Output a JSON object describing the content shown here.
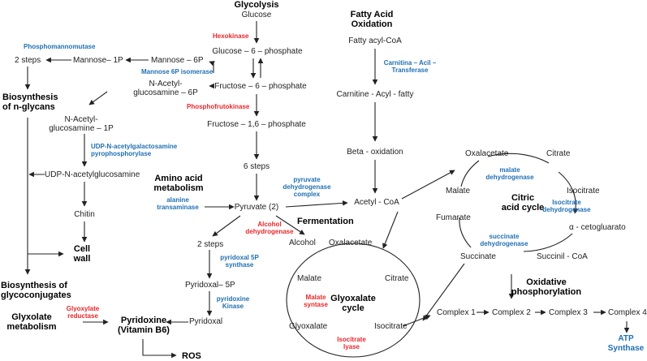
{
  "sections": {
    "glycolysis": "Glycolysis",
    "fatty_acid": "Fatty Acid\nOxidation",
    "biosynthesis_nglycans": "Biosynthesis\nof n-glycans",
    "amino_acid": "Amino acid\nmetabolism",
    "fermentation": "Fermentation",
    "biosynthesis_glycoconjugates": "Biosynthesis of\nglycoconjugates",
    "glyxolate_metabolism": "Glyxolate\nmetabolism",
    "cell_wall": "Cell\nwall",
    "pyridoxine": "Pyridoxine\n(Vitamin B6)",
    "ros": "ROS",
    "citric_cycle": "Citric\nacid cycle",
    "glyoxalate_cycle": "Glyoxalate\ncycle",
    "oxphos": "Oxidative\nphosphorylation"
  },
  "metabolites": {
    "glucose": "Glucose",
    "g6p": "Glucose – 6 – phosphate",
    "f6p": "Fructose – 6 – phosphate",
    "f16p": "Fructose – 1,6 – phosphate",
    "six_steps": "6 steps",
    "pyruvate": "Pyruvate (2)",
    "mannose6p": "Mannose – 6P",
    "mannose1p": "Mannose– 1P",
    "two_steps_a": "2 steps",
    "nacetyl6p": "N-Acetyl-\nglucosamine – 6P",
    "nacetyl1p": "N-Acetyl-\nglucosamine – 1P",
    "udp": "UDP-N-acetylglucosamine",
    "chitin": "Chitin",
    "fatty_acyl_coa": "Fatty acyl-CoA",
    "carnitine": "Carnitine - Acyl - fatty",
    "beta_ox": "Beta - oxidation",
    "acetyl_coa": "Acetyl - CoA",
    "alcohol": "Alcohol",
    "two_steps_b": "2 steps",
    "pyridoxal5p": "Pyridoxal– 5P",
    "pyridoxal": "Pyridoxal",
    "cit_oxalacetate": "Oxalacetate",
    "cit_citrate": "Citrate",
    "cit_malate": "Malate",
    "cit_isocitrate": "Isocitrate",
    "cit_fumarate": "Fumarate",
    "cit_cetoglutarate": "α - cetogluarato",
    "cit_succinate": "Succinate",
    "cit_succinilcoa": "Succinil - CoA",
    "gly_oxalacetate": "Oxalacetate",
    "gly_malate": "Malate",
    "gly_citrate": "Citrate",
    "gly_glyoxalate": "Glyoxalate",
    "gly_isocitrate": "Isocitrate",
    "complex1": "Complex 1",
    "complex2": "Complex 2",
    "complex3": "Complex 3",
    "complex4": "Complex 4"
  },
  "enzymes_red": {
    "hexokinase": "Hexokinase",
    "pfk": "Phosphofrutokinase",
    "alcohol_dh": "Alcohol\ndehydrogenase",
    "glyoxylate_red": "Glyoxylate\nreductase",
    "malate_synthase": "Malate\nsyntase",
    "isocitrate_lyase": "Isocitrate\nlyase"
  },
  "enzymes_blue": {
    "phosphomannomutase": "Phosphomannomutase",
    "mannose6p_isomerase": "Mannose 6P isomerase",
    "udp_pyrophosphorylase": "UDP-N-acetylgalactosamine\npyrophosphorylase",
    "carnitina": "Carnitina – Acil –\nTransferase",
    "alanine_transaminase": "alanine\ntransaminase",
    "pdh": "pyruvate\ndehydrogenase\ncomplex",
    "pyridoxal5p_synthase": "pyridoxal 5P\nsynthase",
    "pyridoxine_kinase": "pyridoxine\nKinase",
    "malate_dh": "malate\ndehydrogenase",
    "isocitrate_dh": "Isocitrate\ndehydrogenase",
    "succinate_dh": "succinate\ndehydrogenase"
  },
  "atp_synthase": "ATP\nSynthase",
  "colors": {
    "red": "#e8262a",
    "blue": "#1f6fb4",
    "arrow": "#222222"
  }
}
